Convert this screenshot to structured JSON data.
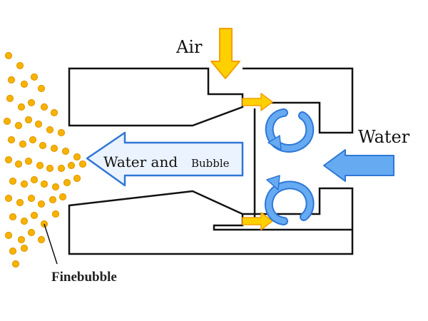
{
  "labels": {
    "air": "Air",
    "water": "Water",
    "water_and": "Water and",
    "bubble": "Bubble",
    "finebubble": "Finebubble"
  },
  "colors": {
    "background": "#ffffff",
    "outline": "#111111",
    "water_arrow_fill": "#66aaf2",
    "water_arrow_stroke": "#2f77d6",
    "big_arrow_fill": "#eaf3ff",
    "air_arrow_fill": "#ffd000",
    "air_arrow_stroke": "#f4a000",
    "bubble_fill": "#f6b400",
    "bubble_stroke": "#e69b00"
  },
  "icons": {
    "air_inlet": "air-arrow-down",
    "water_inlet": "water-arrow-left",
    "air_jets": "air-jet-arrow-right",
    "swirl": "circular-flow-arrow",
    "outlet": "water-and-bubble-arrow-left"
  }
}
